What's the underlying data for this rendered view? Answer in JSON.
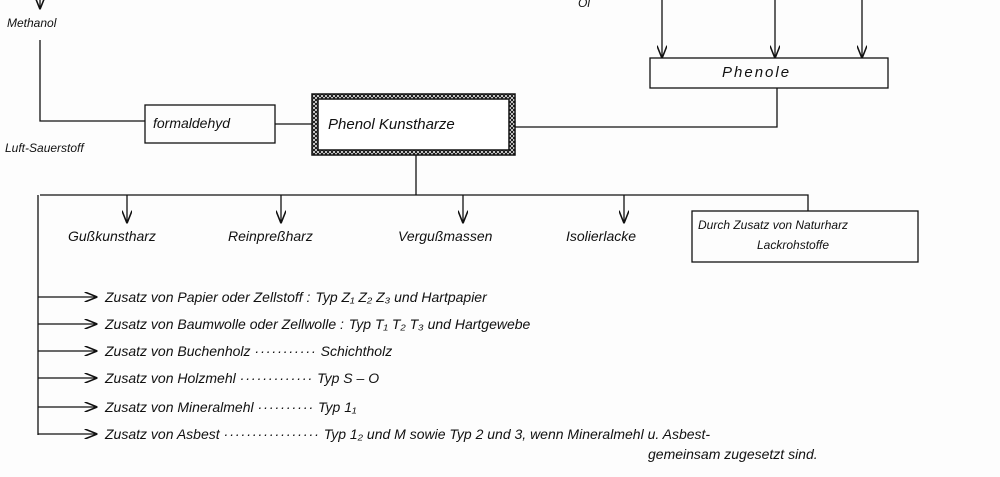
{
  "inputs": {
    "methanol": "Methanol",
    "luft": "Luft-Sauerstoff",
    "oel": "Öl"
  },
  "nodes": {
    "formaldehyd": "formaldehyd",
    "phenol_kunstharze": "Phenol Kunstharze",
    "phenole": "Phenole"
  },
  "products": [
    "Gußkunstharz",
    "Reinpreßharz",
    "Vergußmassen",
    "Isolierlacke"
  ],
  "naturharz_box": {
    "line1": "Durch Zusatz von Naturharz",
    "line2": "Lackrohstoffe"
  },
  "additions": [
    {
      "label": "Zusatz von Papier oder Zellstoff",
      "sep": ":",
      "result": "Typ Z₁ Z₂ Z₃  und Hartpapier"
    },
    {
      "label": "Zusatz von Baumwolle oder Zellwolle",
      "sep": ":",
      "result": "Typ T₁ T₂ T₃  und Hartgewebe"
    },
    {
      "label": "Zusatz von Buchenholz",
      "sep": "···········",
      "result": "Schichtholz"
    },
    {
      "label": "Zusatz von Holzmehl",
      "sep": "·············",
      "result": "Typ S – O"
    },
    {
      "label": "Zusatz von Mineralmehl",
      "sep": "··········",
      "result": "Typ  1₁"
    },
    {
      "label": "Zusatz von Asbest",
      "sep": "·················",
      "result": "Typ 1₂ und M sowie Typ 2 und 3, wenn Mineralmehl u. Asbest-"
    }
  ],
  "addition_note": "gemeinsam zugesetzt sind."
}
